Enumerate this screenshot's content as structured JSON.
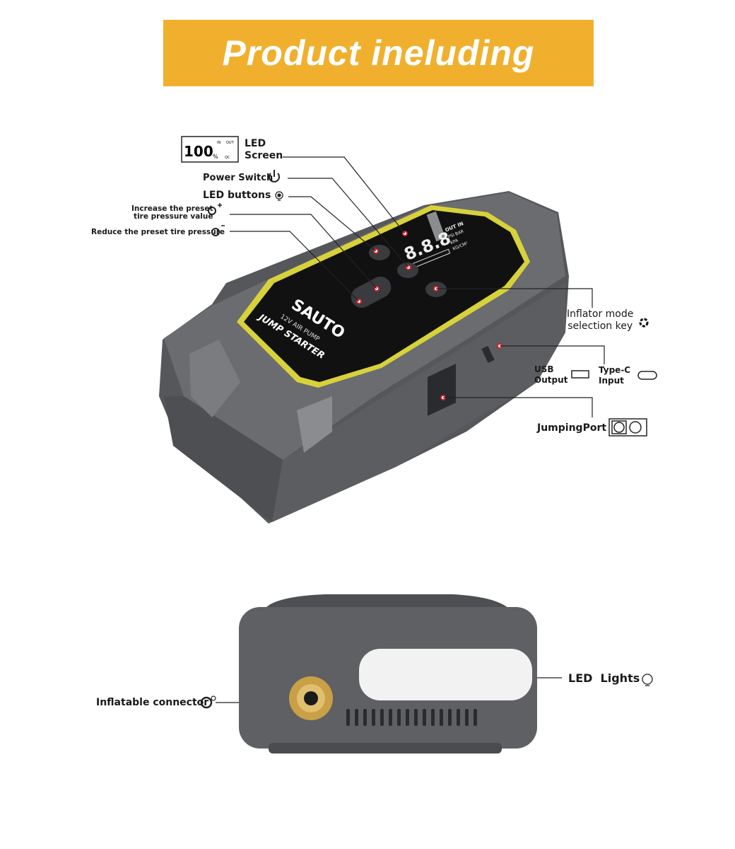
{
  "banner": {
    "title": "Product ineluding",
    "color": "#f0b02e"
  },
  "callouts": {
    "led_screen": {
      "label_line1": "LED",
      "label_line2": "Screen",
      "icon": "lcd-display-icon",
      "display_value": "100",
      "display_unit": "%",
      "display_in": "IN",
      "display_out": "OUT",
      "display_qc": "QC"
    },
    "power_switch": {
      "label": "Power Switch",
      "icon": "power-icon"
    },
    "led_buttons": {
      "label": "LED buttons",
      "icon": "light-bulb-icon"
    },
    "increase": {
      "label_line1": "Increase the preset",
      "label_line2": "tire pressure value",
      "icon": "tire-plus-icon"
    },
    "reduce": {
      "label": "Reduce the preset tire pressure",
      "icon": "tire-minus-icon"
    },
    "inflator_mode": {
      "label_line1": "Inflator mode",
      "label_line2": "selection key",
      "icon": "mode-ring-icon"
    },
    "usb_output": {
      "label_line1": "USB",
      "label_line2": "Output",
      "icon": "usb-port-icon"
    },
    "type_c": {
      "label_line1": "Type-C",
      "label_line2": "Input",
      "icon": "usb-c-icon"
    },
    "jumping_port": {
      "label": "JumpingPort",
      "icon": "jump-port-icon"
    },
    "led_lights": {
      "label": "LED  Lights",
      "icon": "light-bulb-icon"
    },
    "inflatable_connector": {
      "label": "Inflatable connector",
      "icon": "tire-valve-icon"
    }
  },
  "device_markings": {
    "brand": "SAUTO",
    "line1": "12V AIR PUMP",
    "line2": "JUMP STARTER",
    "display_digits": "8.8.8",
    "display_out_in": "OUT IN",
    "display_units1": "PSI BAR",
    "display_units2": "KPA",
    "display_units3": "KG/CM²"
  },
  "colors": {
    "body": "#5e6064",
    "panel": "#111111",
    "panel_trim": "#d8d23a",
    "connector": "#c9a045",
    "marker": "#d0202a"
  }
}
